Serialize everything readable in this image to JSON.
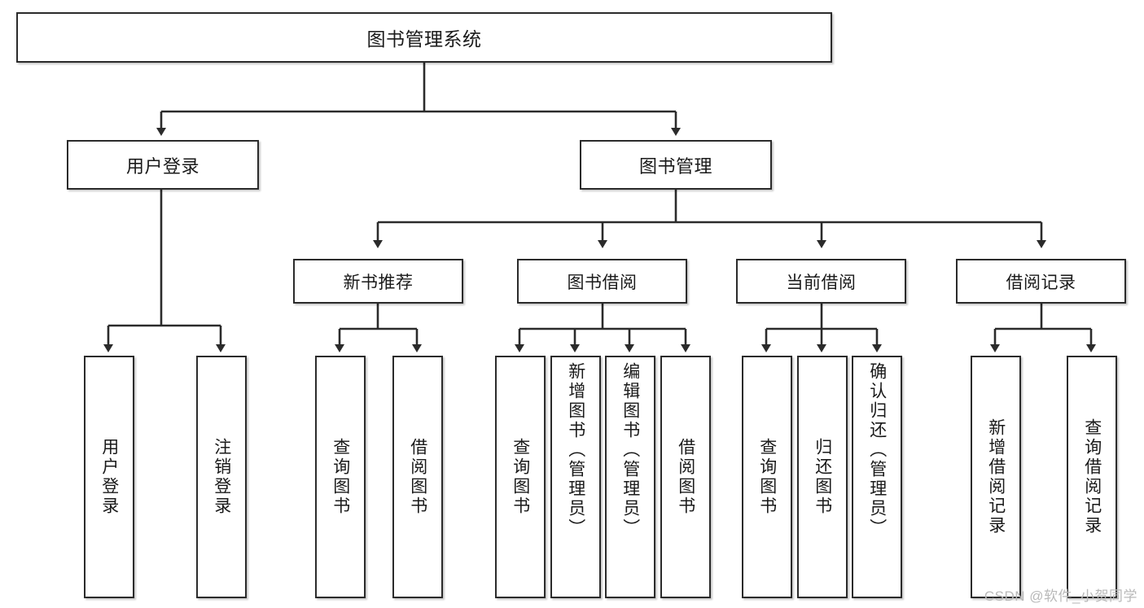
{
  "diagram": {
    "title": "图书管理系统",
    "type": "hierarchy-tree",
    "watermark": "CSDN @软件_小贺同学",
    "colors": {
      "box_border": "#2b2b2b",
      "box_fill": "#ffffff",
      "edge": "#2b2b2b",
      "text": "#1a1a1a",
      "watermark": "#b9b9b9"
    },
    "root": {
      "label": "图书管理系统"
    },
    "level2": [
      {
        "label": "用户登录"
      },
      {
        "label": "图书管理"
      }
    ],
    "level3": [
      {
        "label": "新书推荐"
      },
      {
        "label": "图书借阅"
      },
      {
        "label": "当前借阅"
      },
      {
        "label": "借阅记录"
      }
    ],
    "leaves": {
      "user_login": [
        {
          "label": "用户登录"
        },
        {
          "label": "注销登录"
        }
      ],
      "new_book_recommend": [
        {
          "label": "查询图书"
        },
        {
          "label": "借阅图书"
        }
      ],
      "book_borrow": [
        {
          "label": "查询图书"
        },
        {
          "label": "新增图书（管理员）"
        },
        {
          "label": "编辑图书（管理员）"
        },
        {
          "label": "借阅图书"
        }
      ],
      "current_borrow": [
        {
          "label": "查询图书"
        },
        {
          "label": "归还图书"
        },
        {
          "label": "确认归还（管理员）"
        }
      ],
      "borrow_record": [
        {
          "label": "新增借阅记录"
        },
        {
          "label": "查询借阅记录"
        }
      ]
    }
  }
}
